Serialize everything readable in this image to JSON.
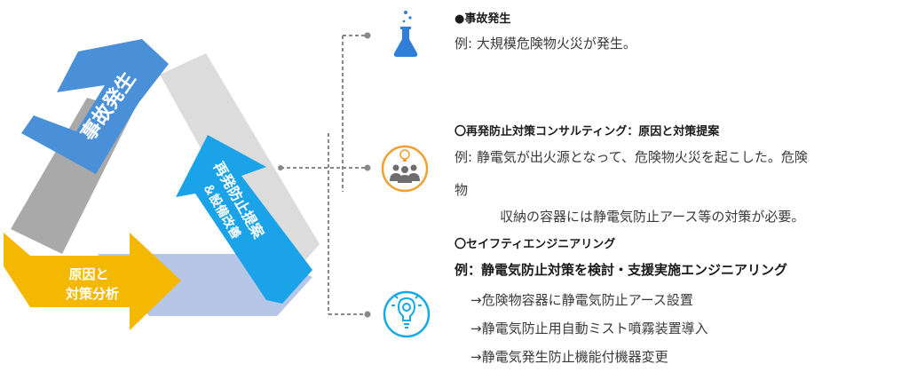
{
  "cycle": {
    "arrow_incident": "事故発生",
    "arrow_analysis_line1": "原因と",
    "arrow_analysis_line2": "対策分析",
    "arrow_prevention_line1": "再発防止提案",
    "arrow_prevention_line2": "＆設備改善"
  },
  "colors": {
    "incident": "#4a90d9",
    "analysis": "#f5b800",
    "prevention": "#1aa3e8",
    "band_gray": "#a9a9a9",
    "band_light": "#dcdcdc",
    "band_lavender": "#b6c6e6",
    "icon_blue": "#2f7ed8",
    "icon_orange": "#f0a030",
    "icon_cyan": "#15a9e6",
    "connector": "#888888"
  },
  "icons": [
    "flask-icon",
    "team-idea-icon",
    "lightbulb-gear-icon"
  ],
  "sections": {
    "incident": {
      "heading": "●事故発生",
      "example": "例:  大規模危険物火災が発生。"
    },
    "consulting": {
      "heading": "〇再発防止対策コンサルティング：原因と対策提案",
      "example_line1": "例:  静電気が出火源となって、危険物火災を起こした。危険",
      "example_line2": "物",
      "example_line3": "収納の容器には静電気防止アース等の対策が必要。"
    },
    "engineering": {
      "heading": "〇セイフティエンジニアリング",
      "example": "例：静電気防止対策を検討・支援実施エンジニアリング",
      "items": [
        "→危険物容器に静電気防止アース設置",
        "→静電気防止用自動ミスト噴霧装置導入",
        "→静電気発生防止機能付機器変更"
      ]
    }
  }
}
